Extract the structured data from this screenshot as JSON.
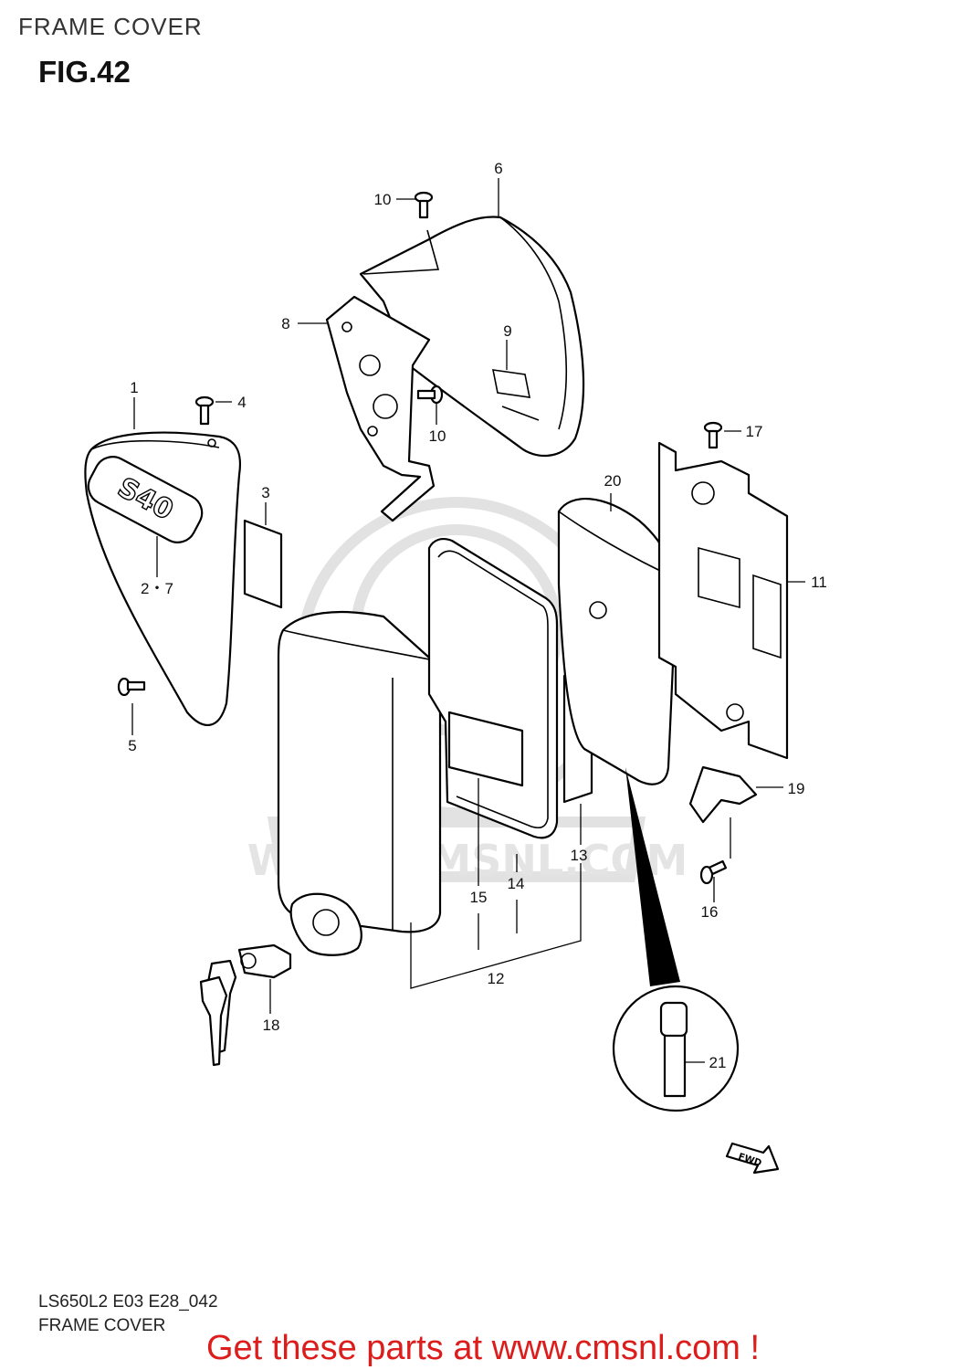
{
  "header": {
    "section_title": "FRAME COVER",
    "figure_label": "FIG.42"
  },
  "watermark": {
    "text": "WWW.CMSNL.COM"
  },
  "diagram": {
    "fwd_label": "FWD",
    "badge_text": "S40",
    "callouts": [
      "1",
      "2・7",
      "3",
      "4",
      "5",
      "6",
      "8",
      "9",
      "10",
      "10",
      "11",
      "12",
      "13",
      "14",
      "15",
      "16",
      "17",
      "18",
      "19",
      "20",
      "21"
    ]
  },
  "footer": {
    "model_code": "LS650L2 E03 E28_042",
    "caption": "FRAME COVER",
    "ad_text": "Get these parts at www.cmsnl.com !"
  }
}
